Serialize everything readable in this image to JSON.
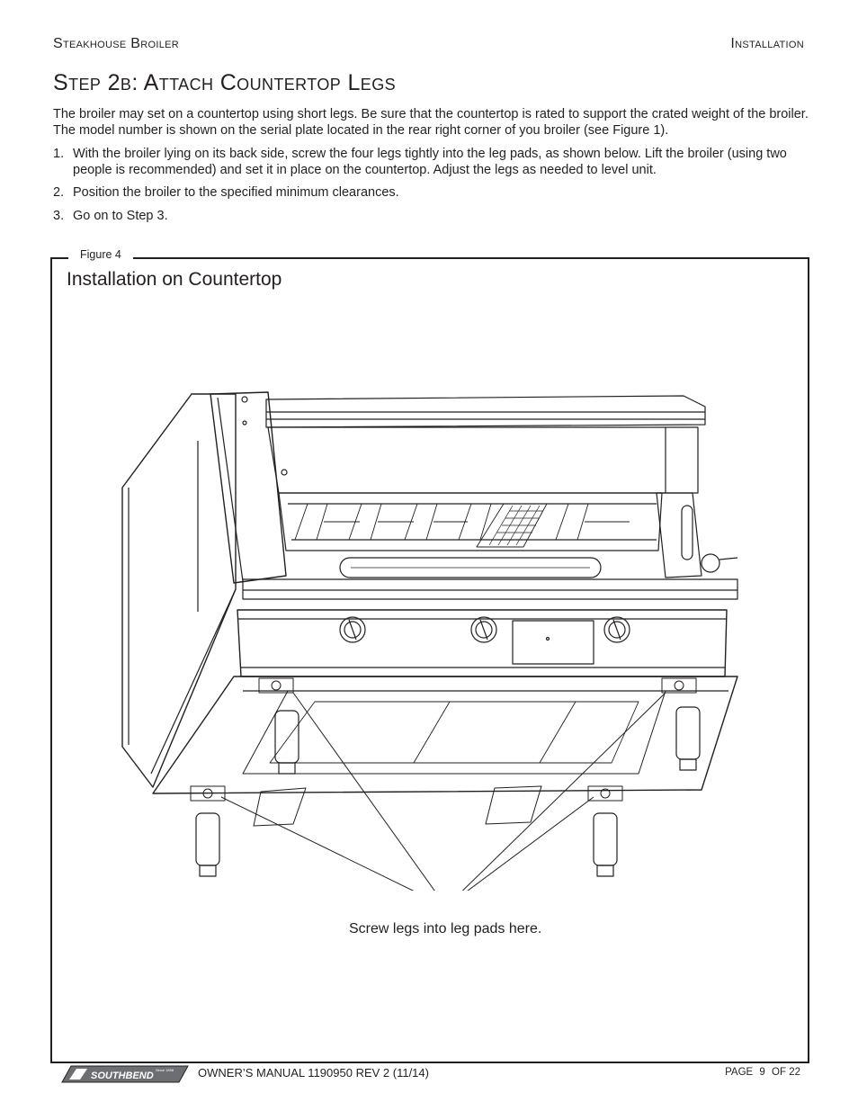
{
  "header": {
    "left": "Steakhouse Broiler",
    "right": "Installation"
  },
  "step_title": "Step 2b: Attach Countertop Legs",
  "intro": "The broiler may set on a countertop using short legs.  Be sure that the countertop is rated to support the crated weight of the broiler. The model number is shown on the serial plate located in the rear right corner of you broiler (see Figure 1).",
  "steps": [
    {
      "num": "1.",
      "text": "With the broiler lying on its back side, screw the four legs tightly into the leg pads, as shown below.  Lift the broiler (using two people is recommended) and set it in place on the countertop. Adjust the legs as needed to level unit."
    },
    {
      "num": "2.",
      "text": "Position the broiler to the specified minimum clearances."
    },
    {
      "num": "3.",
      "text": "Go on to Step 3."
    }
  ],
  "figure": {
    "label": "Figure 4",
    "title": "Installation on Countertop",
    "caption": "Screw legs into leg pads here."
  },
  "footer": {
    "logo_text": "SOUTHBEND",
    "logo_since": "Since 1898",
    "manual": "OWNER’S MANUAL 1190950 REV 2 (11/14)",
    "page_word": "PAGE",
    "page_num": "9",
    "page_of": "OF 22"
  },
  "colors": {
    "ink": "#231f20",
    "logo_fill": "#6d6e71"
  }
}
